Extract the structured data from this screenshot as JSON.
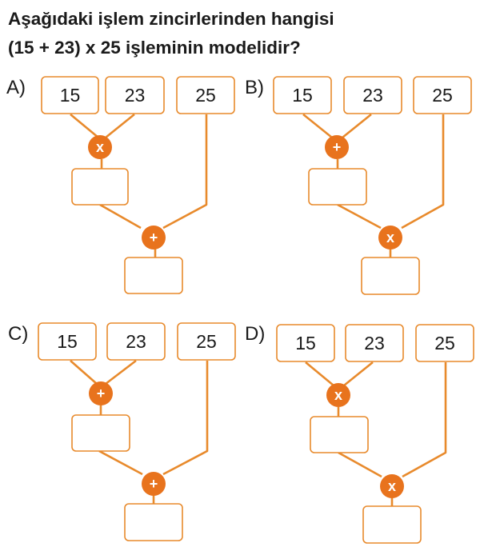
{
  "question": {
    "line1": "Aşağıdaki işlem zincirlerinden hangisi",
    "line2": "(15 + 23) x 25 işleminin modelidir?"
  },
  "options": [
    {
      "label": "A)",
      "numbers": [
        "15",
        "23",
        "25"
      ],
      "first_op": "x",
      "second_op": "+"
    },
    {
      "label": "B)",
      "numbers": [
        "15",
        "23",
        "25"
      ],
      "first_op": "+",
      "second_op": "x"
    },
    {
      "label": "C)",
      "numbers": [
        "15",
        "23",
        "25"
      ],
      "first_op": "+",
      "second_op": "+"
    },
    {
      "label": "D)",
      "numbers": [
        "15",
        "23",
        "25"
      ],
      "first_op": "x",
      "second_op": "x"
    }
  ],
  "colors": {
    "box_border": "#e88a2c",
    "operator_fill": "#e8731d",
    "line": "#e88a2c"
  }
}
